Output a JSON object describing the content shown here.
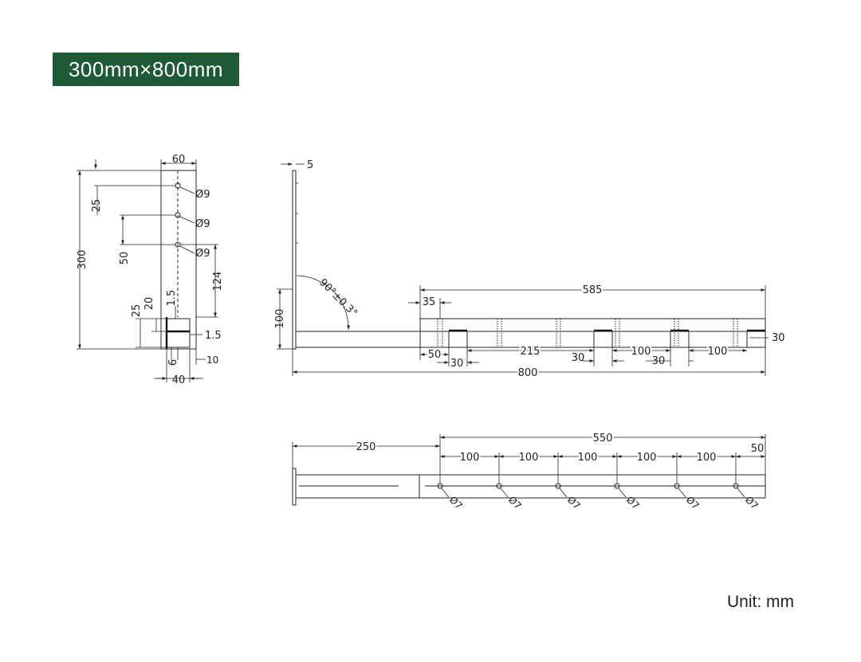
{
  "title": "300mm×800mm",
  "unit_label": "Unit: mm",
  "colors": {
    "badge_background": "#1e5a36",
    "badge_text": "#ffffff",
    "line": "#222222"
  },
  "side_view": {
    "width_top": "60",
    "height_total": "300",
    "offset_first_hole": "25",
    "hole_spacing": "50",
    "hole_1": "Ø9",
    "hole_2": "Ø9",
    "hole_3": "Ø9",
    "bottom_to_hole": "124",
    "dim_25": "25",
    "dim_20": "20",
    "dim_1_5_top": "1.5",
    "dim_1_5_side": "1.5",
    "dim_6": "6",
    "dim_10": "10",
    "width_bottom": "40"
  },
  "front_view": {
    "thickness": "5",
    "angle": "90°±0.3°",
    "height": "100",
    "length_585": "585",
    "dim_35": "35",
    "dim_30_right": "30",
    "dim_50": "50",
    "dim_30_a": "30",
    "dim_215": "215",
    "dim_30_b": "30",
    "dim_100_a": "100",
    "dim_30_c": "30",
    "dim_100_b": "100",
    "total_length": "800"
  },
  "top_view": {
    "dim_250": "250",
    "dim_550": "550",
    "spacings": [
      "100",
      "100",
      "100",
      "100",
      "100"
    ],
    "dim_50": "50",
    "holes": [
      "Ø7",
      "Ø7",
      "Ø7",
      "Ø7",
      "Ø7",
      "Ø7"
    ]
  }
}
